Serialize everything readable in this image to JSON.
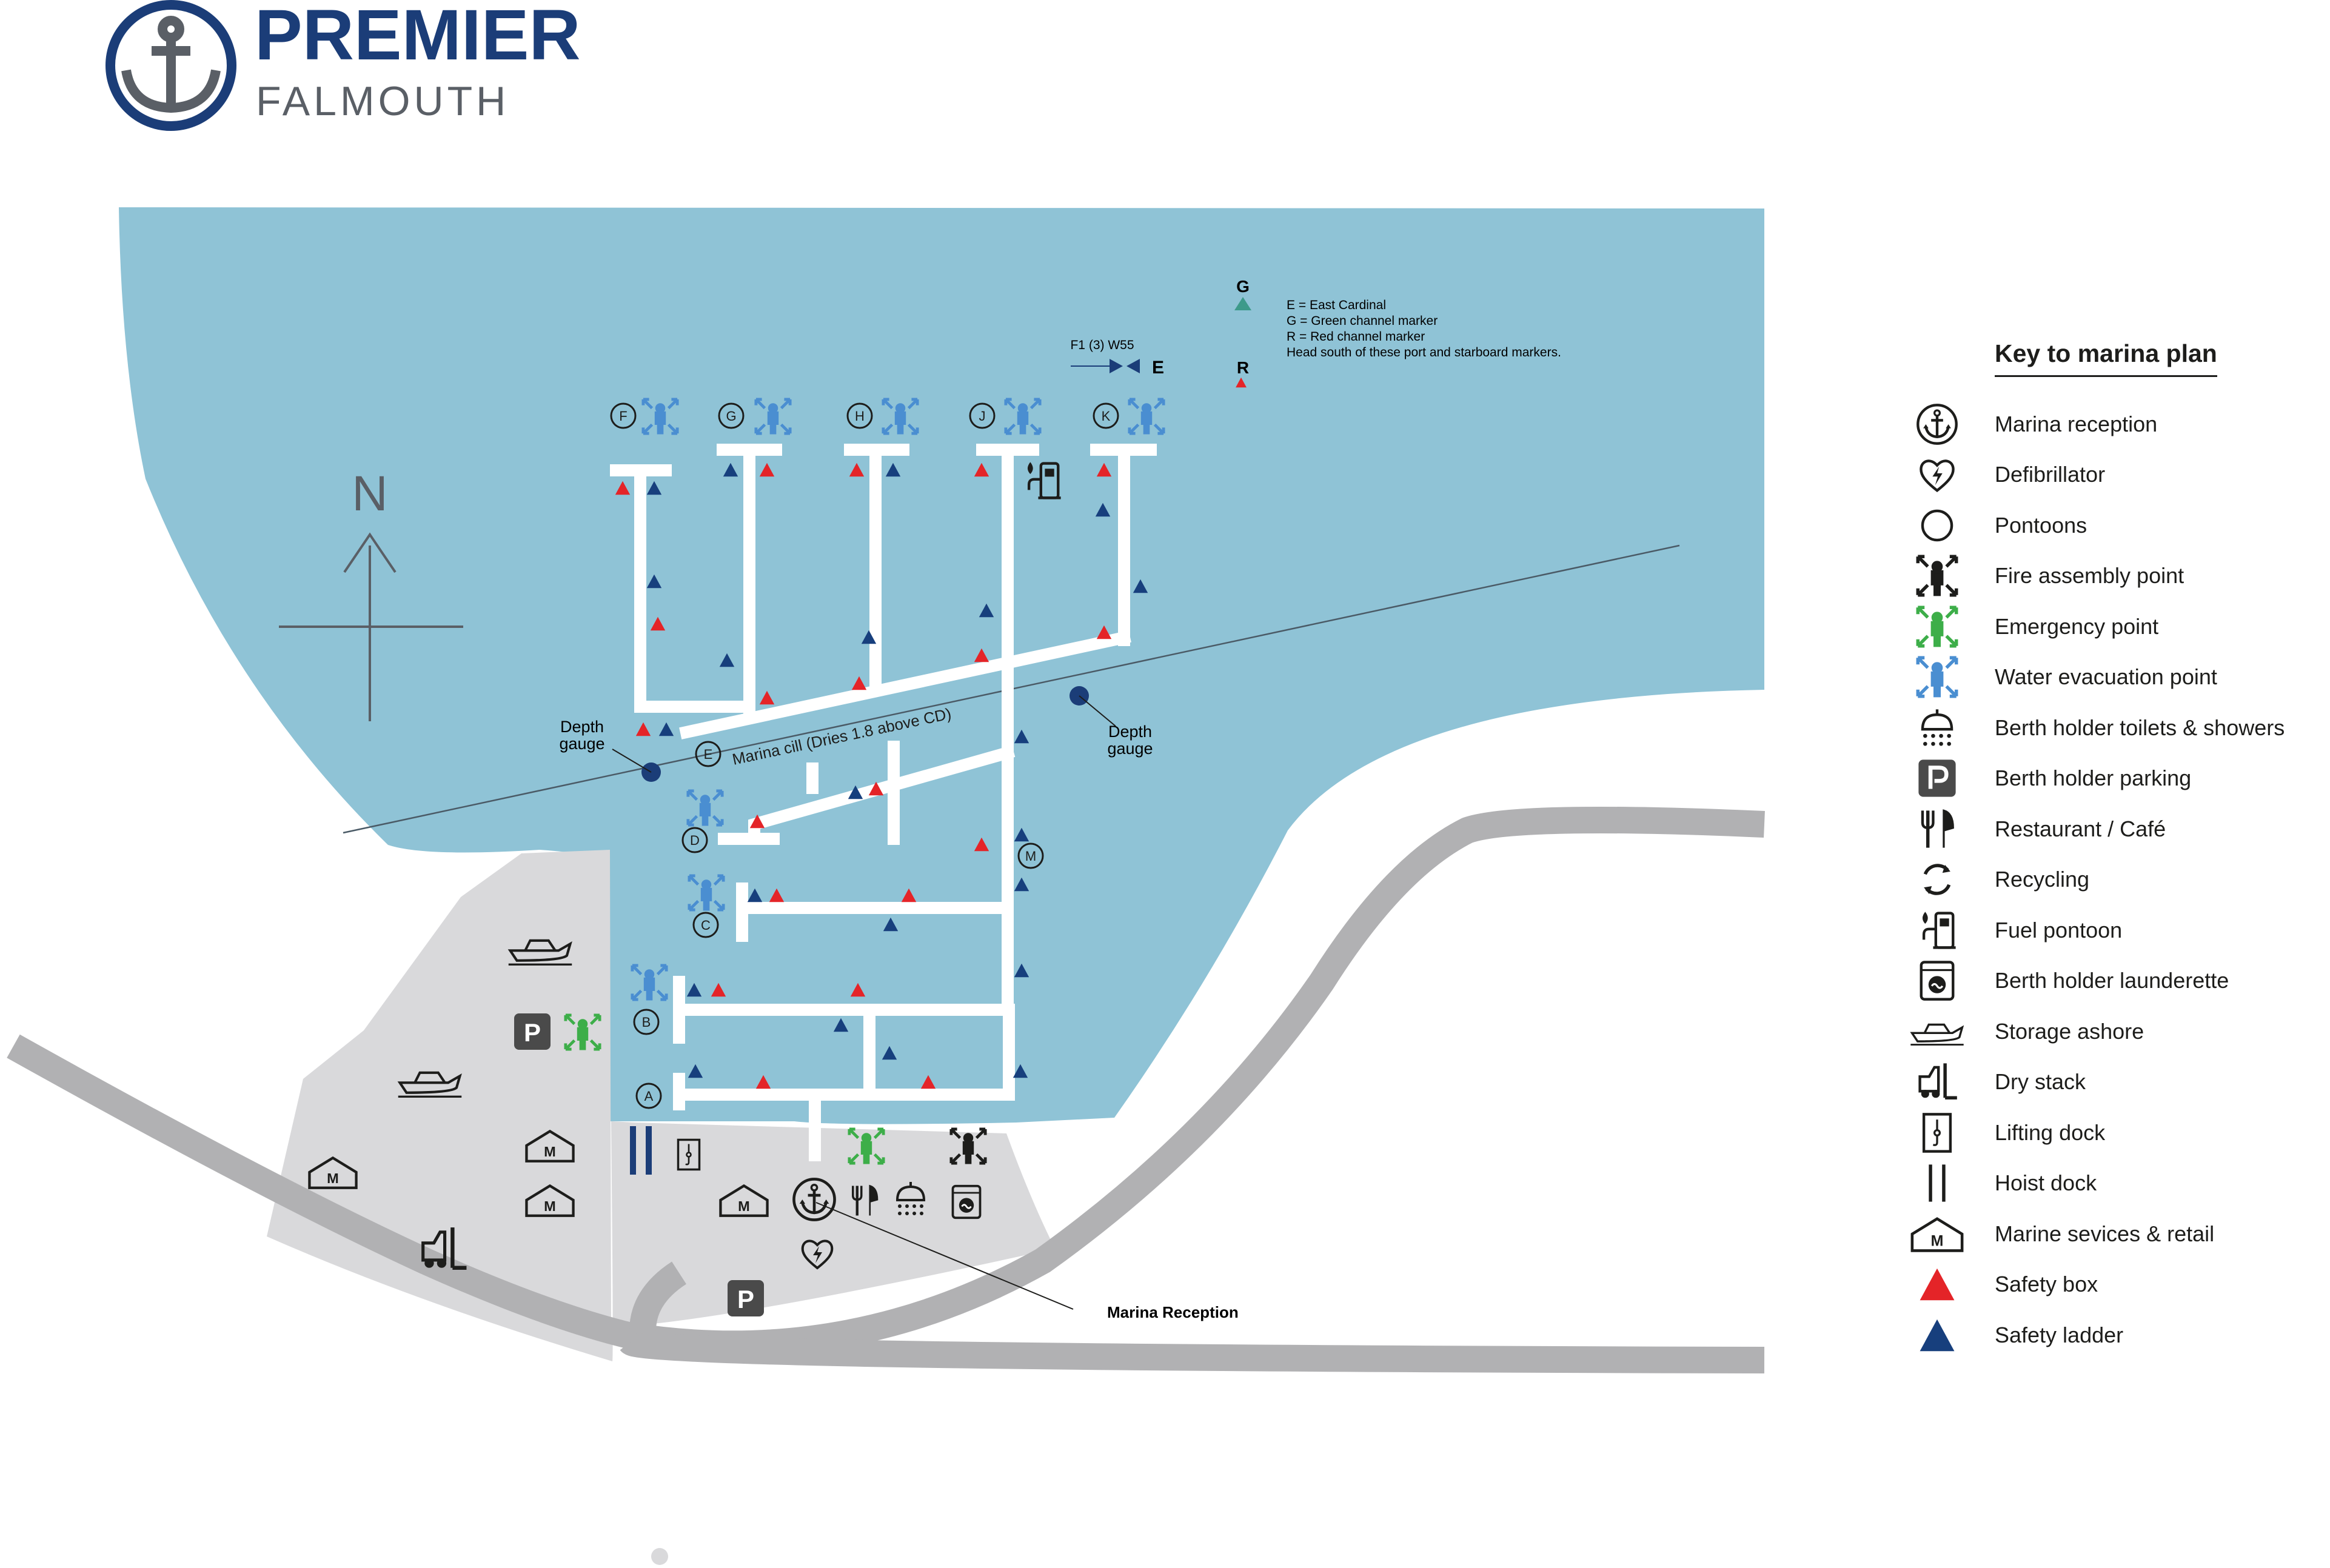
{
  "logo": {
    "brand": "PREMIER",
    "location": "FALMOUTH"
  },
  "compass": {
    "north_label": "N"
  },
  "pontoons": {
    "labels": [
      "A",
      "B",
      "C",
      "D",
      "E",
      "F",
      "G",
      "H",
      "J",
      "K",
      "M"
    ]
  },
  "navigation": {
    "light_label": "F1 (3) W55",
    "east_cardinal": "E",
    "green_marker": "G",
    "red_marker": "R",
    "notes": [
      "E = East Cardinal",
      "G = Green channel marker",
      "R = Red channel marker",
      "Head south of these port and starboard markers."
    ]
  },
  "map_labels": {
    "depth_gauge_west_line1": "Depth",
    "depth_gauge_west_line2": "gauge",
    "depth_gauge_east_line1": "Depth",
    "depth_gauge_east_line2": "gauge",
    "marina_cill": "Marina cill (Dries 1.8 above CD)",
    "marina_reception": "Marina Reception"
  },
  "facility_icons": {
    "parking": "P",
    "marine_services": "M"
  },
  "colors": {
    "water": "#8fc3d6",
    "land": "#d9d9db",
    "road": "#b1b1b3",
    "navy": "#1b3d78",
    "safety_box": "#e42428",
    "safety_ladder": "#173f7d",
    "emergency_green": "#3dae49",
    "water_evac_blue": "#4a8ed1"
  },
  "key": {
    "title": "Key to marina plan",
    "items": [
      {
        "icon": "anchor-circle-icon",
        "label": "Marina reception"
      },
      {
        "icon": "defibrillator-icon",
        "label": "Defibrillator"
      },
      {
        "icon": "pontoon-circle-icon",
        "label": "Pontoons"
      },
      {
        "icon": "fire-assembly-icon",
        "label": "Fire assembly point"
      },
      {
        "icon": "emergency-point-icon",
        "label": "Emergency point"
      },
      {
        "icon": "water-evacuation-icon",
        "label": "Water evacuation point"
      },
      {
        "icon": "shower-icon",
        "label": "Berth holder toilets & showers"
      },
      {
        "icon": "parking-icon",
        "label": "Berth holder parking"
      },
      {
        "icon": "restaurant-icon",
        "label": "Restaurant / Café"
      },
      {
        "icon": "recycling-icon",
        "label": "Recycling"
      },
      {
        "icon": "fuel-pump-icon",
        "label": "Fuel pontoon"
      },
      {
        "icon": "launderette-icon",
        "label": "Berth holder launderette"
      },
      {
        "icon": "boat-icon",
        "label": "Storage ashore"
      },
      {
        "icon": "forklift-icon",
        "label": "Dry stack"
      },
      {
        "icon": "lifting-dock-icon",
        "label": "Lifting dock"
      },
      {
        "icon": "hoist-dock-icon",
        "label": "Hoist dock"
      },
      {
        "icon": "marine-services-icon",
        "label": "Marine sevices & retail"
      },
      {
        "icon": "safety-box-icon",
        "label": "Safety box"
      },
      {
        "icon": "safety-ladder-icon",
        "label": "Safety ladder"
      }
    ]
  }
}
